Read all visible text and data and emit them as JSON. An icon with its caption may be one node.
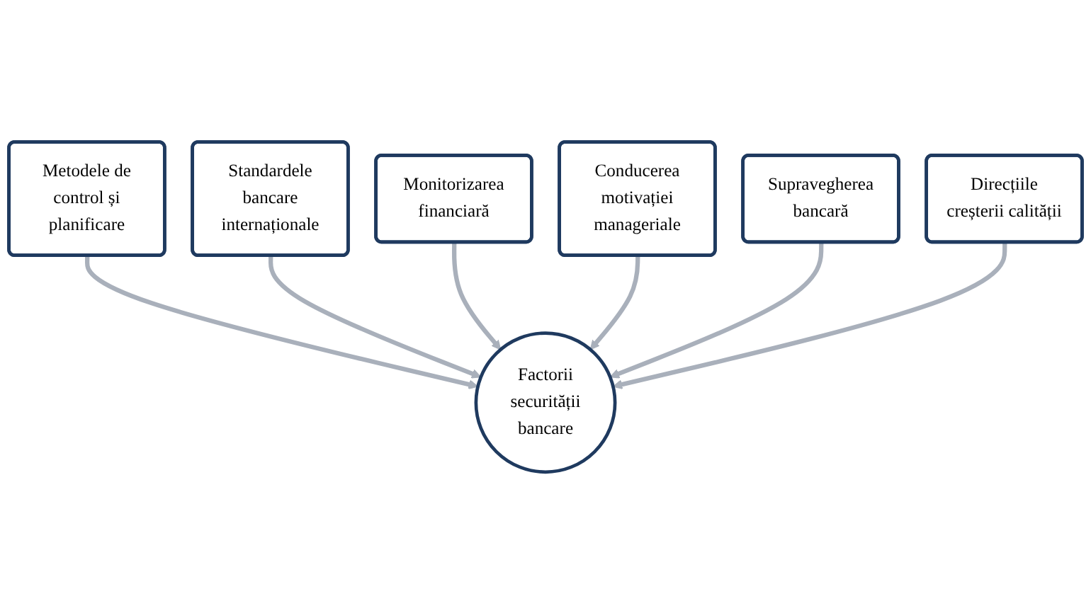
{
  "diagram": {
    "nodes": [
      {
        "text": [
          "Metodele de control și planificare"
        ]
      },
      {
        "text": [
          "Standardele bancare internaționale"
        ]
      },
      {
        "text": [
          "Monitorizarea financiară"
        ]
      },
      {
        "text": [
          "Conducerea motivației manageriale"
        ]
      },
      {
        "text": [
          "Supravegherea bancară"
        ]
      },
      {
        "text": [
          "Factorii securității bancare"
        ]
      },
      {
        "text": [
          "Direcțiile creșterii calității"
        ]
      }
    ],
    "edges": [
      {
        "from": 0,
        "to": 5,
        "arrow": "to"
      },
      {
        "from": 1,
        "to": 5,
        "arrow": "to"
      },
      {
        "from": 2,
        "to": 5,
        "arrow": "to"
      },
      {
        "from": 3,
        "to": 5,
        "arrow": "to"
      },
      {
        "from": 4,
        "to": 5,
        "arrow": "to"
      },
      {
        "from": 6,
        "to": 5,
        "arrow": "to"
      }
    ]
  }
}
